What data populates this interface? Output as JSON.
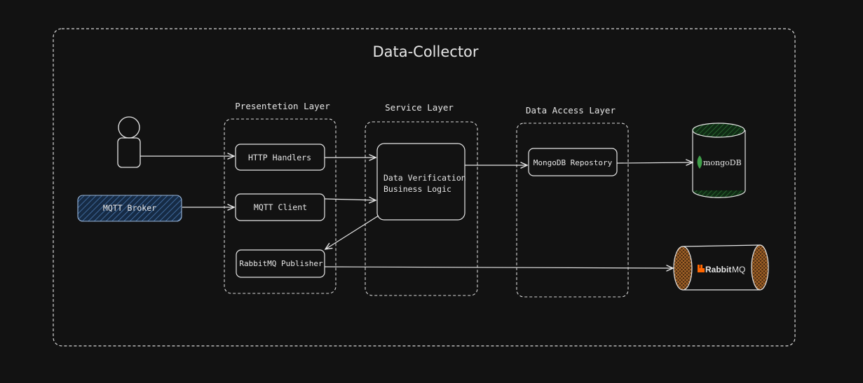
{
  "diagram": {
    "title": "Data-Collector",
    "layers": {
      "presentation": "Presentetion Layer",
      "service": "Service Layer",
      "data_access": "Data Access Layer"
    },
    "nodes": {
      "http_handlers": "HTTP Handlers",
      "mqtt_client": "MQTT Client",
      "rabbitmq_publisher": "RabbitMQ Publisher",
      "service_line1": "Data Verification",
      "service_line2": "Business Logic",
      "mongodb_repository": "MongoDB Repostory",
      "mqtt_broker": "MQTT Broker"
    },
    "external": {
      "mongodb_logo_text": "mongoDB",
      "rabbitmq_logo_prefix": "Rabbit",
      "rabbitmq_logo_suffix": "MQ"
    }
  },
  "colors": {
    "background": "#121212",
    "stroke": "#e6e6e6",
    "mqtt_broker_fill": "#1f3a5c",
    "mongo_green": "#3f9f4a",
    "rabbit_orange": "#ff6600",
    "rabbit_fill": "#7a4a1e"
  }
}
